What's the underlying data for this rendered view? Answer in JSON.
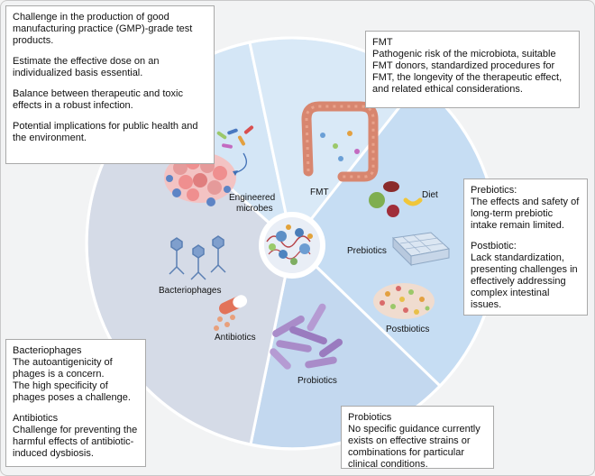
{
  "segments": {
    "engineered": {
      "line1": "Engineered",
      "line2": "microbes"
    },
    "fmt": "FMT",
    "diet": "Diet",
    "prebiotics": "Prebiotics",
    "postbiotics": "Postbiotics",
    "probiotics": "Probiotics",
    "antibiotics": "Antibiotics",
    "bacteriophages": "Bacteriophages"
  },
  "boxes": {
    "engineered": [
      "Challenge in the production of good manufacturing practice (GMP)-grade test products.",
      "Estimate the effective dose on an individualized basis essential.",
      "Balance between therapeutic and toxic effects in a robust infection.",
      "Potential implications for public health and the environment."
    ],
    "fmt": {
      "title": "FMT",
      "text": "Pathogenic risk of the microbiota, suitable FMT donors, standardized procedures for FMT, the longevity of the therapeutic effect, and related ethical considerations."
    },
    "prebiotics": {
      "title": "Prebiotics:",
      "text": "The effects and safety of long-term prebiotic intake remain limited."
    },
    "postbiotics": {
      "title": "Postbiotic:",
      "text": "Lack standardization, presenting challenges in effectively addressing complex intestinal issues."
    },
    "bacteriophages": {
      "title": "Bacteriophages",
      "text1": "The autoantigenicity of phages is a concern.",
      "text2": "The high specificity of phages poses a challenge."
    },
    "antibiotics": {
      "title": "Antibiotics",
      "text": "Challenge for preventing the harmful effects of antibiotic-induced dysbiosis."
    },
    "probiotics": {
      "title": "Probiotics",
      "text": "No specific guidance currently exists on effective strains or combinations for particular clinical conditions."
    }
  },
  "colors": {
    "segment_light": "#d6e7f6",
    "segment_blue": "#c4dcf2",
    "segment_grey": "#d5dbe6",
    "probiotics_purple": "#a98cc9",
    "colon": "#d8866f"
  }
}
